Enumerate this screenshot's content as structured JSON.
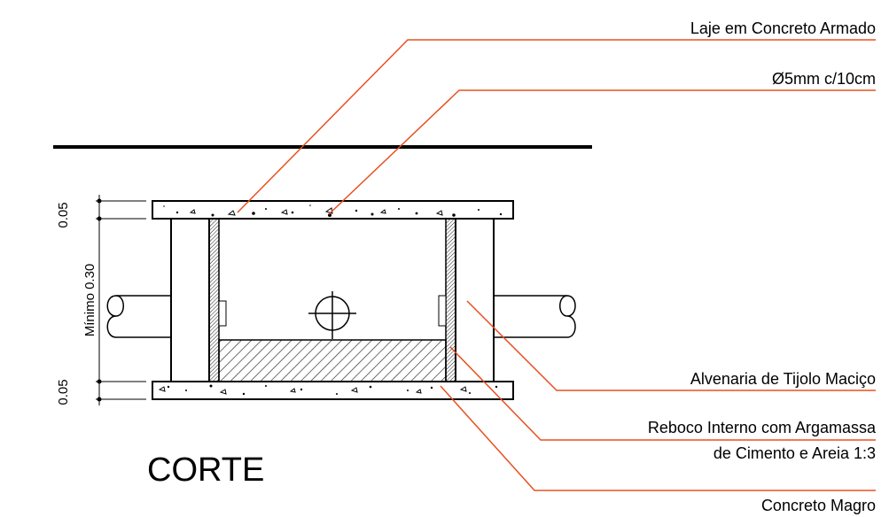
{
  "labels": {
    "slab": "Laje em Concreto Armado",
    "rebar": "Ø5mm c/10cm",
    "masonry": "Alvenaria de Tijolo Maciço",
    "plaster_line1": "Reboco Interno com Argamassa",
    "plaster_line2": "de Cimento e Areia 1:3",
    "lean_concrete": "Concreto Magro",
    "title": "CORTE"
  },
  "dimensions": {
    "top_thickness": "0.05",
    "height": "Mínimo 0.30",
    "bottom_thickness": "0.05"
  },
  "colors": {
    "leader": "#e8501e",
    "line": "#000000",
    "hatch": "#333333"
  }
}
